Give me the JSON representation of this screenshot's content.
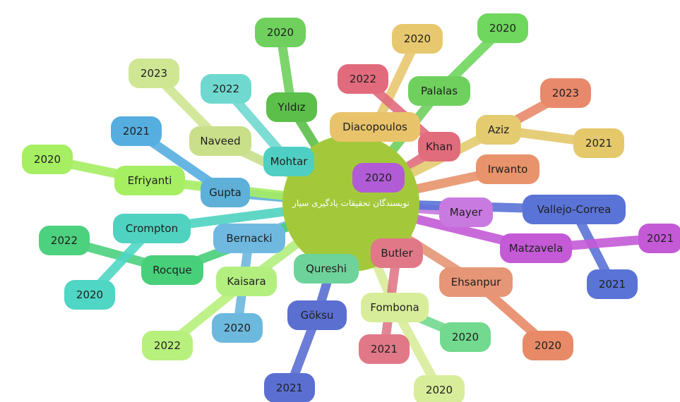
{
  "center": {
    "label": "نویسندگان تحقیقات یادگیری سیار",
    "color": "#a3c93a"
  },
  "authors": [
    {
      "id": "yildiz",
      "label": "Yıldız",
      "color": "#5bbf4a"
    },
    {
      "id": "naveed",
      "label": "Naveed",
      "color": "#c9df8a"
    },
    {
      "id": "mohtar",
      "label": "Mohtar",
      "color": "#4fcfc3"
    },
    {
      "id": "diacopoulos",
      "label": "Diacopoulos",
      "color": "#e8c36a"
    },
    {
      "id": "palalas",
      "label": "Palalas",
      "color": "#6fd05e"
    },
    {
      "id": "khan",
      "label": "Khan",
      "color": "#e06c7c"
    },
    {
      "id": "aziz",
      "label": "Aziz",
      "color": "#e4cb6f"
    },
    {
      "id": "irwanto",
      "label": "Irwanto",
      "color": "#e8936b"
    },
    {
      "id": "gupta",
      "label": "Gupta",
      "color": "#5fb0d8"
    },
    {
      "id": "efriyanti",
      "label": "Efriyanti",
      "color": "#a6ee62"
    },
    {
      "id": "crompton",
      "label": "Crompton",
      "color": "#4fd3c0"
    },
    {
      "id": "bernacki",
      "label": "Bernacki",
      "color": "#6fb9e0"
    },
    {
      "id": "rocque",
      "label": "Rocque",
      "color": "#48cf7a"
    },
    {
      "id": "kaisara",
      "label": "Kaisara",
      "color": "#b3ef7f"
    },
    {
      "id": "qureshi",
      "label": "Qureshi",
      "color": "#6dd39a"
    },
    {
      "id": "goksu",
      "label": "Göksu",
      "color": "#5a6fd0"
    },
    {
      "id": "fombona",
      "label": "Fombona",
      "color": "#d8ed9a"
    },
    {
      "id": "butler",
      "label": "Butler",
      "color": "#e07888"
    },
    {
      "id": "ehsanpur",
      "label": "Ehsanpur",
      "color": "#e69676"
    },
    {
      "id": "mayer",
      "label": "Mayer",
      "color": "#c97ae0"
    },
    {
      "id": "vallejo",
      "label": "Vallejo-Correa",
      "color": "#5a73d6"
    },
    {
      "id": "matzavela",
      "label": "Matzavela",
      "color": "#c45ad6"
    },
    {
      "id": "inner2020",
      "label": "2020",
      "color": "#b15cd6"
    }
  ],
  "years": [
    {
      "id": "y-yildiz",
      "label": "2020",
      "color": "#6fd05e"
    },
    {
      "id": "y-naveed",
      "label": "2023",
      "color": "#cfe693"
    },
    {
      "id": "y-mohtar",
      "label": "2022",
      "color": "#6fd9cf"
    },
    {
      "id": "y-diaco",
      "label": "2020",
      "color": "#e8c86e"
    },
    {
      "id": "y-palalas",
      "label": "2020",
      "color": "#6fd65e"
    },
    {
      "id": "y-khan",
      "label": "2022",
      "color": "#e16b7d"
    },
    {
      "id": "y-aziz-a",
      "label": "2023",
      "color": "#e8896b"
    },
    {
      "id": "y-aziz-b",
      "label": "2021",
      "color": "#e4c86a"
    },
    {
      "id": "y-gupta",
      "label": "2021",
      "color": "#56aee0"
    },
    {
      "id": "y-efri",
      "label": "2020",
      "color": "#a6ee62"
    },
    {
      "id": "y-rocque",
      "label": "2022",
      "color": "#4cd17e"
    },
    {
      "id": "y-crompton",
      "label": "2020",
      "color": "#4fd6c4"
    },
    {
      "id": "y-kaisara",
      "label": "2022",
      "color": "#b7f07c"
    },
    {
      "id": "y-bernacki",
      "label": "2020",
      "color": "#6db8dd"
    },
    {
      "id": "y-goksu",
      "label": "2021",
      "color": "#5b6fd2"
    },
    {
      "id": "y-butler",
      "label": "2021",
      "color": "#e07888"
    },
    {
      "id": "y-fombona-a",
      "label": "2020",
      "color": "#72d98e"
    },
    {
      "id": "y-fombona-b",
      "label": "2020",
      "color": "#d8ed9a"
    },
    {
      "id": "y-ehsanpur",
      "label": "2020",
      "color": "#e88a68"
    },
    {
      "id": "y-vallejo",
      "label": "2021",
      "color": "#5a73d6"
    },
    {
      "id": "y-matzavela",
      "label": "2021",
      "color": "#c45ad6"
    }
  ]
}
